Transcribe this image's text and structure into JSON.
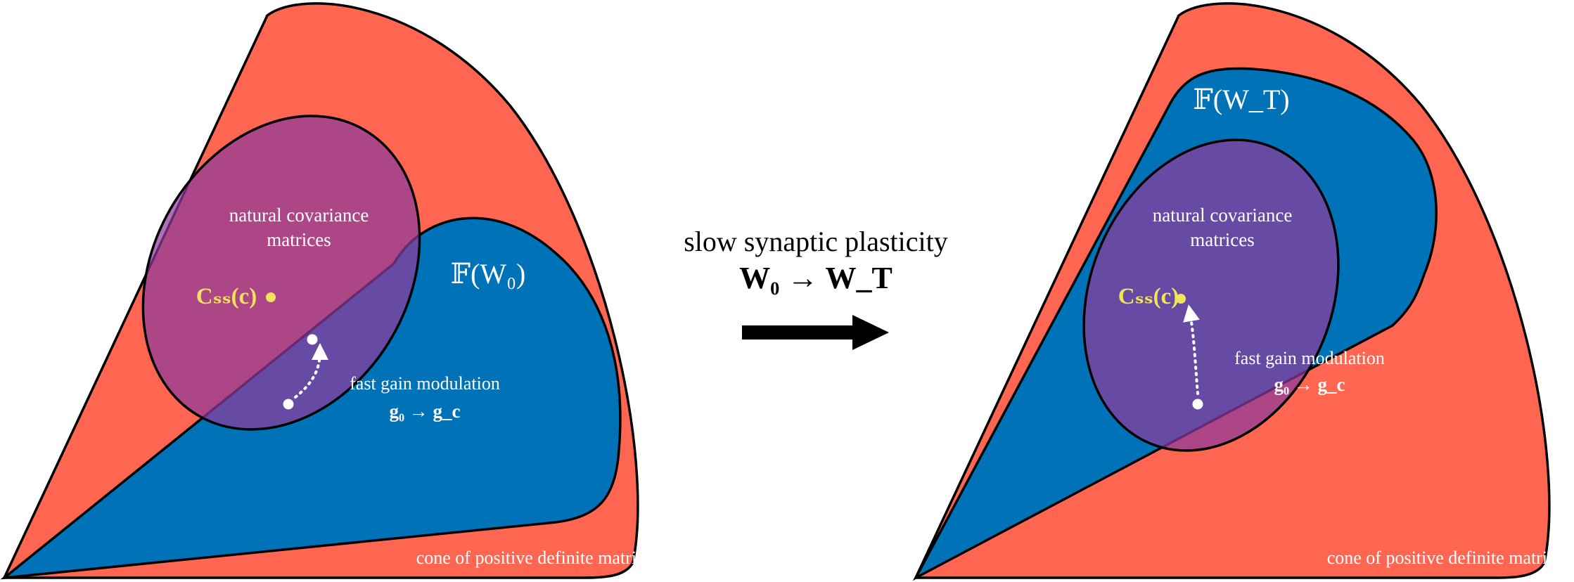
{
  "colors": {
    "cone": "#fe6651",
    "feasible": "#0072b8",
    "natural": "#8e3a9d",
    "natural_opacity": 0.72,
    "point": "#f2e35a",
    "outline": "#000000",
    "text_white": "#ffffff",
    "text_dark": "#000000"
  },
  "left_panel": {
    "cone_label": "cone of positive definite matrices",
    "natural_label_line1": "natural covariance",
    "natural_label_line2": "matrices",
    "feasible_label": "𝔽(W₀)",
    "css_label": "Cₛₛ(c)",
    "gain_label_line1": "fast gain modulation",
    "gain_label_line2": "g₀ → g_c"
  },
  "right_panel": {
    "cone_label": "cone of positive definite matrices",
    "natural_label_line1": "natural covariance",
    "natural_label_line2": "matrices",
    "feasible_label": "𝔽(W_T)",
    "css_label": "Cₛₛ(c)",
    "gain_label_line1": "fast gain modulation",
    "gain_label_line2": "g₀ → g_c"
  },
  "middle": {
    "line1": "slow synaptic plasticity",
    "line2": "W₀ → W_T",
    "arrow": "right-arrow"
  }
}
